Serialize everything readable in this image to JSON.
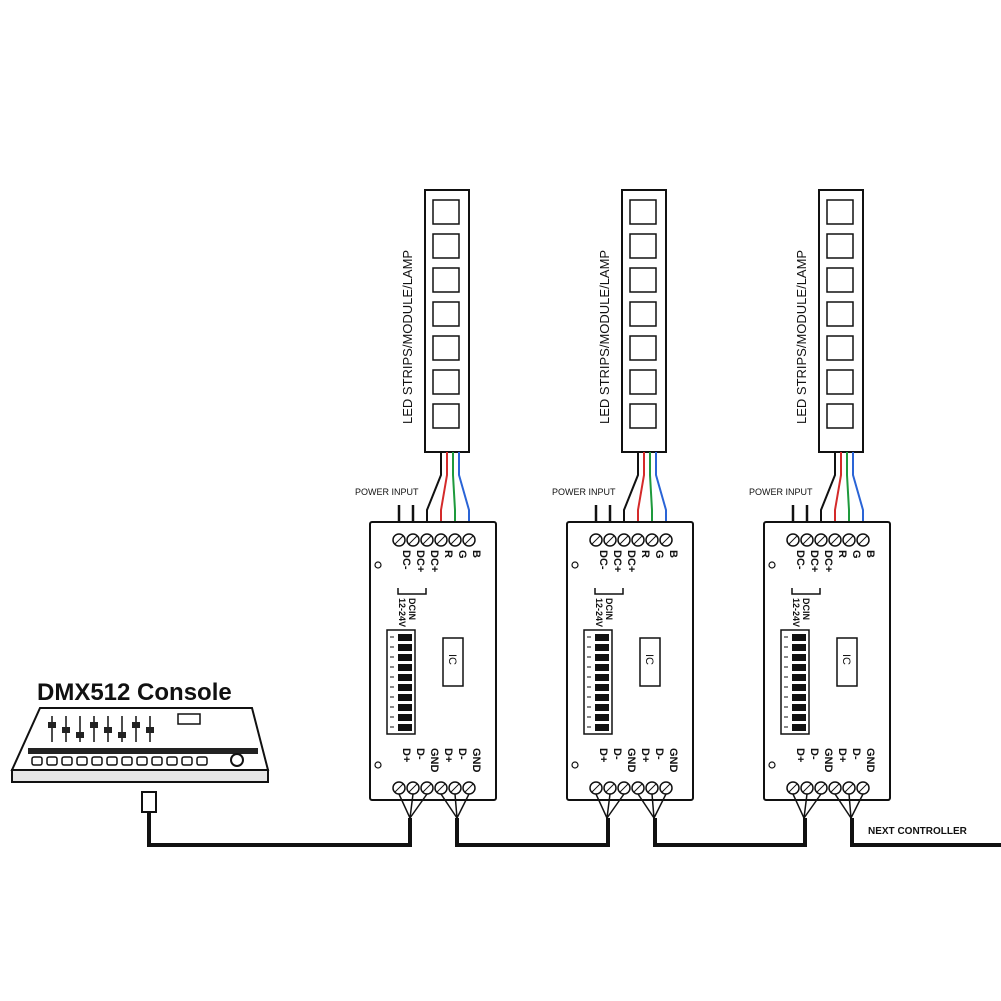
{
  "console": {
    "title": "DMX512 Console"
  },
  "strip_label": "LED STRIPS/MODULE/LAMP",
  "power_input_label": "POWER INPUT",
  "top_terminals": [
    "DC-",
    "DC+",
    "DC+",
    "R",
    "G",
    "B"
  ],
  "dcin_label": "DCIN",
  "voltage_label": "12-24V",
  "ic_label": "IC",
  "bottom_terminals": [
    "D+",
    "D-",
    "GND",
    "D+",
    "D-",
    "GND"
  ],
  "next_controller_label": "NEXT CONTROLLER",
  "wire_colors": {
    "black": "#111111",
    "red": "#d42a2a",
    "green": "#1e9a3c",
    "blue": "#2a64d6"
  }
}
